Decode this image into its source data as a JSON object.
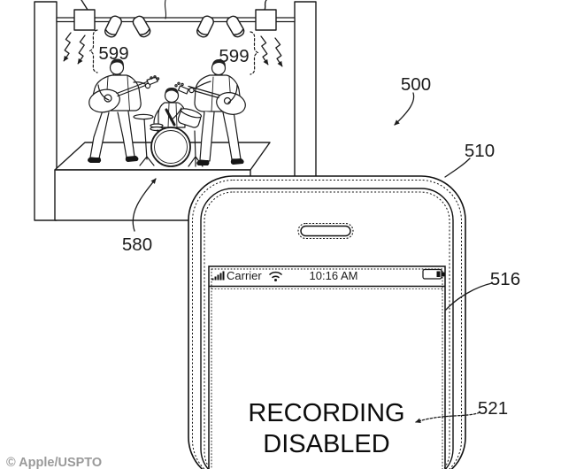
{
  "figure": {
    "credit": "© Apple/USPTO",
    "description": "Patent drawing: concert stage with band and infrared emitters disabling recording on a smartphone"
  },
  "colors": {
    "background": "#ffffff",
    "line": "#1b1b1b",
    "watermark": "#9a9a9a"
  },
  "reference_labels": {
    "system": "500",
    "device": "510",
    "display": "516",
    "message": "521",
    "stage": "580",
    "emitter_left": "599",
    "emitter_right": "599"
  },
  "stage": {
    "icons": {
      "emitter_boxes": "speaker-box-icon",
      "lights": "stage-light-icon",
      "signals": "signal-wave-arrow-icon"
    },
    "performers": [
      "guitarist-left",
      "drummer",
      "guitarist-right"
    ]
  },
  "phone": {
    "status_bar": {
      "carrier": "Carrier",
      "time": "10:16 AM",
      "icons": {
        "signal": "signal-bars-icon",
        "wifi": "wifi-icon",
        "battery": "battery-icon"
      }
    },
    "message": {
      "line1": "RECORDING",
      "line2": "DISABLED"
    }
  }
}
